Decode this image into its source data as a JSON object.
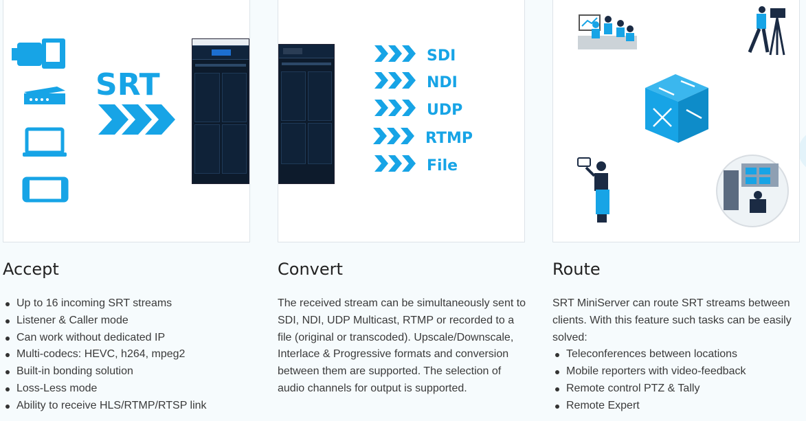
{
  "colors": {
    "accent": "#17a4e6",
    "panel": "#0d1b2c",
    "text": "#3a3a3a",
    "heading": "#222222"
  },
  "accept": {
    "title": "Accept",
    "graphic": {
      "protocol_label": "SRT",
      "sources": [
        "video-camera-icon",
        "encoder-box-icon",
        "laptop-icon",
        "smartphone-icon"
      ]
    },
    "items": [
      "Up to 16 incoming SRT streams",
      "Listener & Caller mode",
      "Can work without dedicated IP",
      "Multi-codecs: HEVC, h264, mpeg2",
      "Built-in bonding solution",
      "Loss-Less mode",
      "Ability to receive HLS/RTMP/RTSP link"
    ]
  },
  "convert": {
    "title": "Convert",
    "graphic": {
      "outputs": [
        "SDI",
        "NDI",
        "UDP",
        "RTMP",
        "File"
      ]
    },
    "text": "The received stream can be simultaneously sent to SDI, NDI, UDP Multicast, RTMP or recorded to a file (original or transcoded). Upscale/Downscale, Interlace & Progressive formats and conversion between them are supported. The selection of audio channels for output is supported."
  },
  "route": {
    "title": "Route",
    "graphic": {
      "icons": [
        "conference-icon",
        "camera-operator-icon",
        "network-switch-icon",
        "mobile-reporter-icon",
        "control-room-icon"
      ]
    },
    "intro": "SRT MiniServer can route SRT streams between clients. With this feature such tasks can be easily solved:",
    "items": [
      "Teleconferences between locations",
      "Mobile reporters with video-feedback",
      "Remote control PTZ & Tally",
      "Remote Expert"
    ]
  }
}
